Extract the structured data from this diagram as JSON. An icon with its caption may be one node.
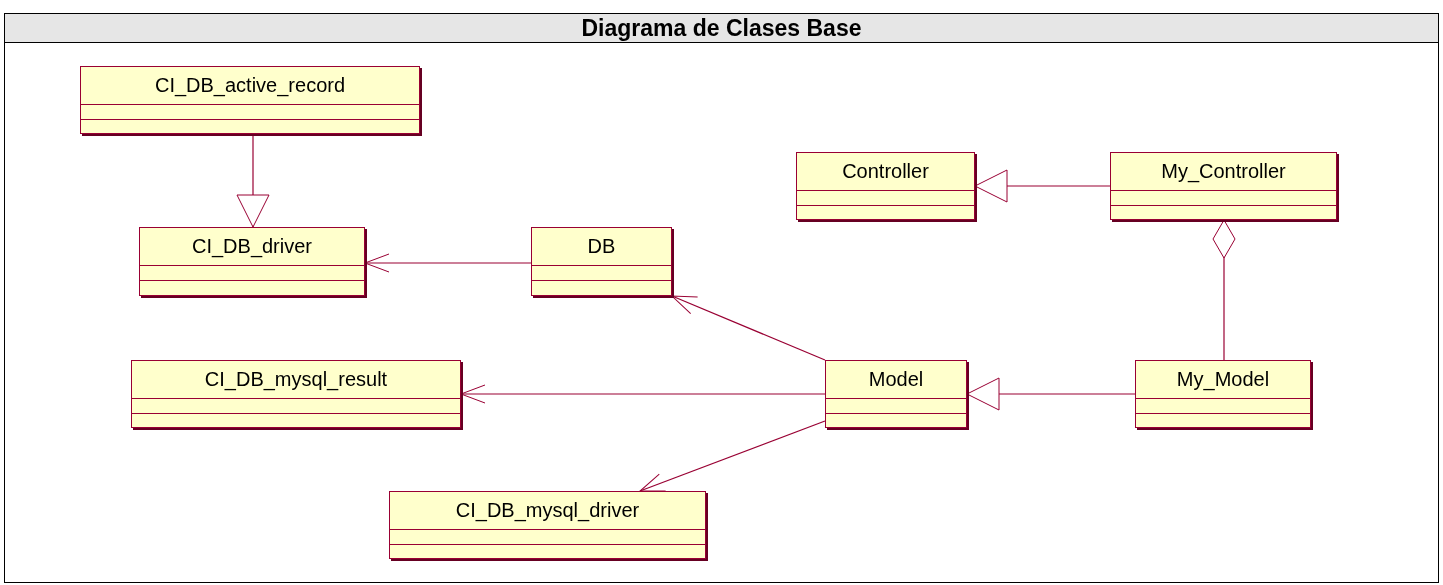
{
  "diagram": {
    "title": "Diagrama de Clases Base",
    "nodes": [
      {
        "text": [
          "CI_DB_active_record"
        ]
      },
      {
        "text": [
          "Controller"
        ]
      },
      {
        "text": [
          "My_Controller"
        ]
      },
      {
        "text": [
          "CI_DB_driver"
        ]
      },
      {
        "text": [
          "DB"
        ]
      },
      {
        "text": [
          "CI_DB_mysql_result"
        ]
      },
      {
        "text": [
          "Model"
        ]
      },
      {
        "text": [
          "My_Model"
        ]
      },
      {
        "text": [
          "CI_DB_mysql_driver"
        ]
      }
    ],
    "edges": [
      {
        "from": 0,
        "to": 3,
        "arrow": "to"
      },
      {
        "from": 2,
        "to": 1,
        "arrow": "to"
      },
      {
        "from": 7,
        "to": 2,
        "arrow": "other"
      },
      {
        "from": 4,
        "to": 3,
        "arrow": "to"
      },
      {
        "from": 6,
        "to": 4,
        "arrow": "to"
      },
      {
        "from": 6,
        "to": 5,
        "arrow": "to"
      },
      {
        "from": 6,
        "to": 8,
        "arrow": "to"
      },
      {
        "from": 7,
        "to": 6,
        "arrow": "to"
      }
    ]
  }
}
